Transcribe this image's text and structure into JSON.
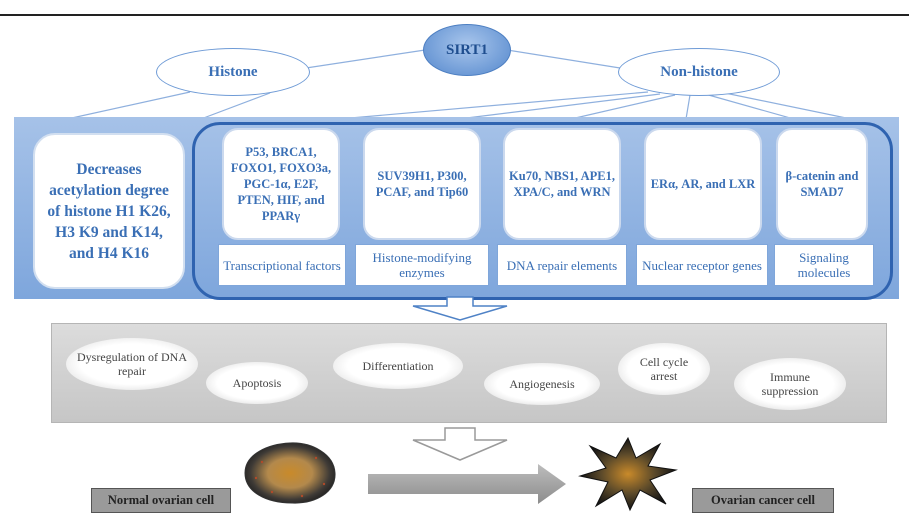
{
  "root": {
    "label": "SIRT1"
  },
  "categories": {
    "histone": "Histone",
    "non_histone": "Non-histone"
  },
  "histone_effect": "Decreases acetylation degree of histone H1 K26, H3 K9 and K14, and H4 K16",
  "non_histone_groups": [
    {
      "targets": "P53, BRCA1, FOXO1, FOXO3a, PGC-1α, E2F, PTEN, HIF, and PPARγ",
      "label": "Transcriptional factors"
    },
    {
      "targets": "SUV39H1, P300, PCAF, and Tip60",
      "label": "Histone-modifying enzymes"
    },
    {
      "targets": "Ku70, NBS1, APE1, XPA/C, and WRN",
      "label": "DNA repair elements"
    },
    {
      "targets": "ERα, AR, and LXR",
      "label": "Nuclear receptor genes"
    },
    {
      "targets": "β-catenin and SMAD7",
      "label": "Signaling molecules"
    }
  ],
  "effects": [
    "Dysregulation of DNA repair",
    "Apoptosis",
    "Differentiation",
    "Angiogenesis",
    "Cell cycle arrest",
    "Immune suppression"
  ],
  "cells": {
    "normal": "Normal ovarian cell",
    "cancer": "Ovarian cancer cell"
  },
  "colors": {
    "accent": "#3a6fb5",
    "band": "#7ea6dc",
    "frame": "#2f63b0",
    "grey": "#c6c6c6"
  }
}
